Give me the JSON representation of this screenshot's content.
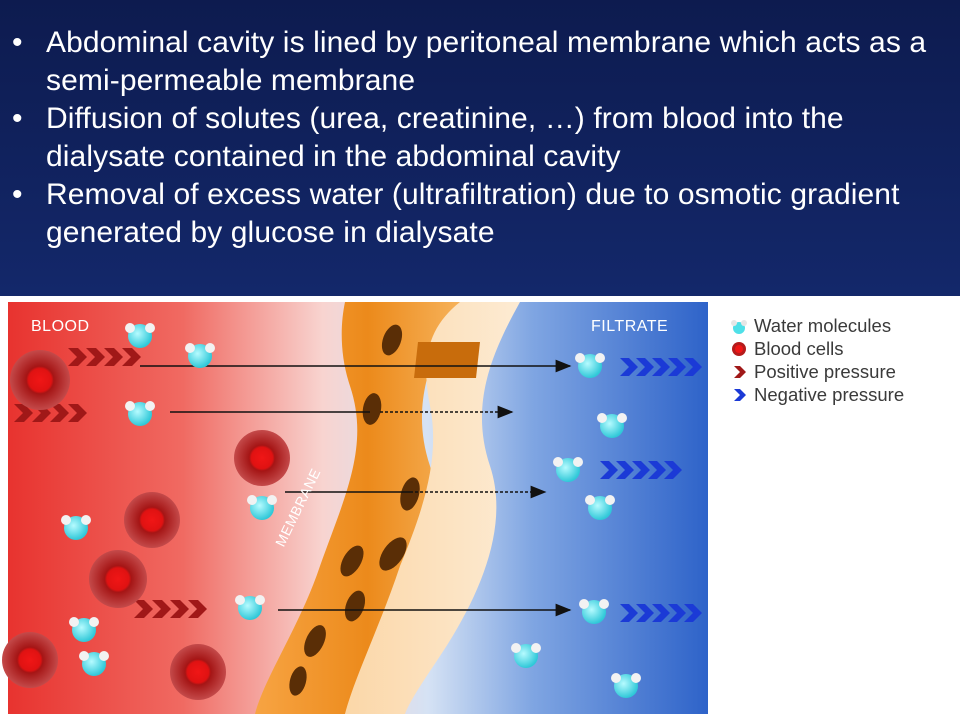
{
  "bullets": [
    "Abdominal cavity is lined by peritoneal membrane which acts as a semi-permeable membrane",
    "Diffusion of solutes (urea, creatinine, …) from blood into the dialysate contained in the abdominal cavity",
    "Removal of excess water (ultrafiltration) due to osmotic gradient generated by glucose in dialysate"
  ],
  "bullet_symbol": "•",
  "figure": {
    "label_blood": "BLOOD",
    "label_filtrate": "FILTRATE",
    "label_membrane": "MEMBRANE",
    "legend": [
      {
        "label": "Water molecules",
        "icon": "water-molecule-icon"
      },
      {
        "label": "Blood cells",
        "icon": "blood-cell-icon"
      },
      {
        "label": "Positive pressure",
        "icon": "red-chevron-icon"
      },
      {
        "label": "Negative pressure",
        "icon": "blue-chevron-icon"
      }
    ]
  },
  "colors": {
    "background": "#14296d",
    "blood": "#e8332f",
    "filtrate": "#2e63c9",
    "membrane": "#f08c1c",
    "water": "#4fe0e8",
    "positive_pressure": "#a01818",
    "negative_pressure": "#1b3ad6"
  }
}
